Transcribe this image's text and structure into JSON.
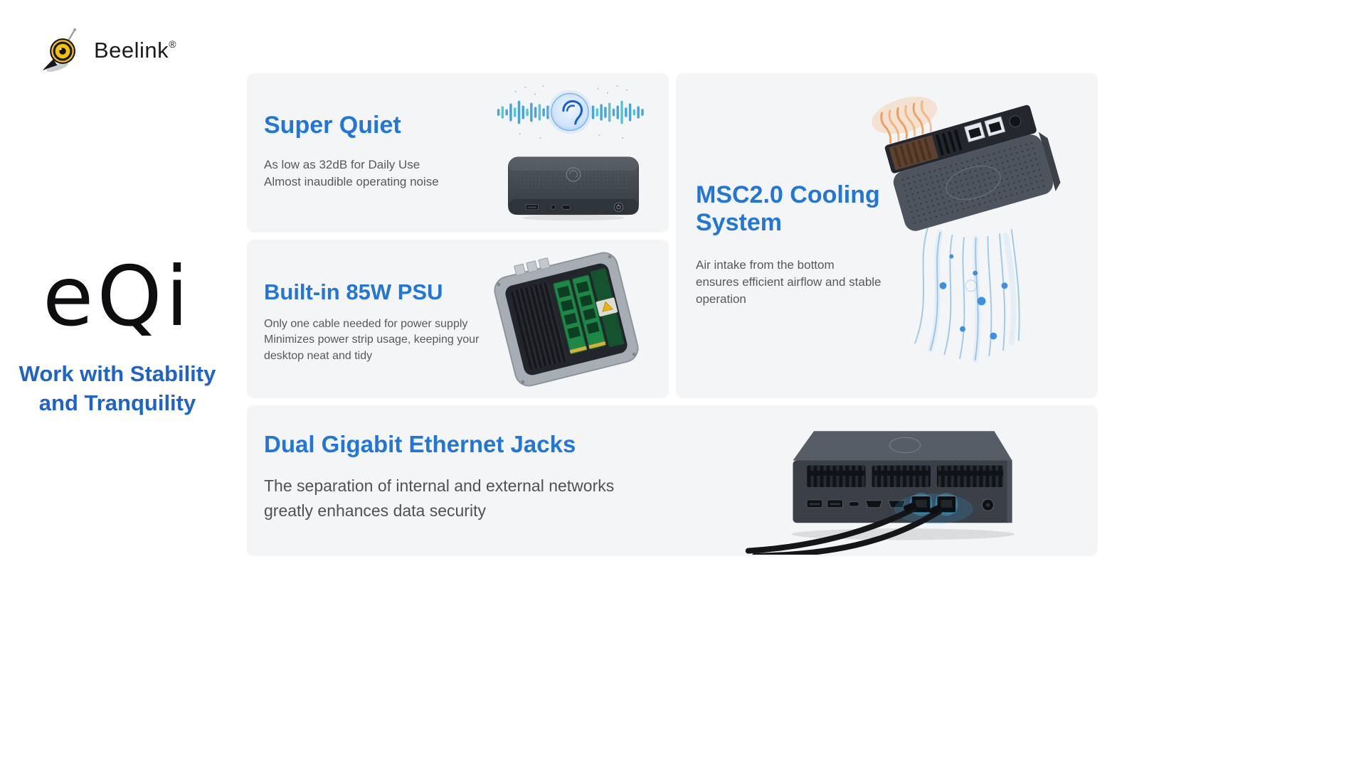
{
  "brand": {
    "logo_text": "Beelink",
    "registered_mark": "®"
  },
  "hero": {
    "product_name": "eQi",
    "tagline_line1": "Work with Stability",
    "tagline_line2": "and Tranquility"
  },
  "cards": {
    "super_quiet": {
      "title": "Super Quiet",
      "body_line1": "As low as 32dB for Daily Use",
      "body_line2": "Almost inaudible operating noise"
    },
    "psu": {
      "title": "Built-in 85W PSU",
      "body_line1": "Only one cable needed for power supply",
      "body_line2": "Minimizes power strip usage, keeping your",
      "body_line3": "desktop neat and tidy"
    },
    "cooling": {
      "title_line1": "MSC2.0 Cooling",
      "title_line2": "System",
      "body_line1": "Air intake from the bottom",
      "body_line2": "ensures efficient airflow and stable operation"
    },
    "ethernet": {
      "title": "Dual Gigabit Ethernet Jacks",
      "body_line1": "The separation of internal and external networks",
      "body_line2": "greatly enhances data security"
    }
  },
  "colors": {
    "accent_blue": "#2176d8",
    "tagline_blue": "#1e63c8",
    "card_background": "#f4f5f6",
    "body_text": "#55595f",
    "airflow_blue": "#58a8e8",
    "heat_orange": "#ee8d3e"
  }
}
